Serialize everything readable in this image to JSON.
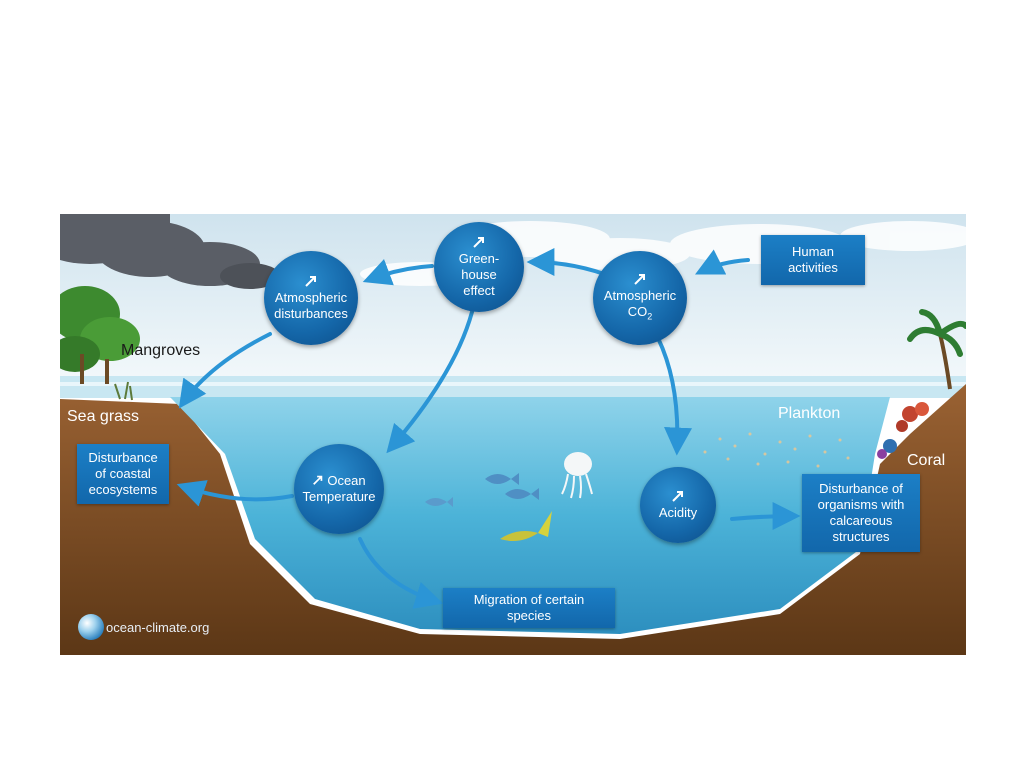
{
  "nodes": {
    "greenhouse": [
      "Green-",
      "house",
      "effect"
    ],
    "atm_co2": [
      "Atmospheric",
      "CO"
    ],
    "atm_co2_sub": "2",
    "atm_disturb": [
      "Atmospheric",
      "disturbances"
    ],
    "ocean_temp": [
      "Ocean",
      "Temperature"
    ],
    "acidity": "Acidity"
  },
  "boxes": {
    "human": [
      "Human",
      "activities"
    ],
    "coastal": [
      "Disturbance",
      "of coastal",
      "ecosystems"
    ],
    "migration": [
      "Migration of certain",
      "species"
    ],
    "calcareous": [
      "Disturbance of",
      "organisms with",
      "calcareous",
      "structures"
    ]
  },
  "labels": {
    "mangroves": "Mangroves",
    "seagrass": "Sea grass",
    "plankton": "Plankton",
    "coral": "Coral"
  },
  "logo": "ocean-climate.org",
  "colors": {
    "node": "#1466a8",
    "arrow": "#2b95d6",
    "water": "#4cb3d8",
    "seabed": "#7a4a22"
  },
  "icons": [
    "increase-arrow-icon",
    "ocean-climate-globe-icon"
  ]
}
